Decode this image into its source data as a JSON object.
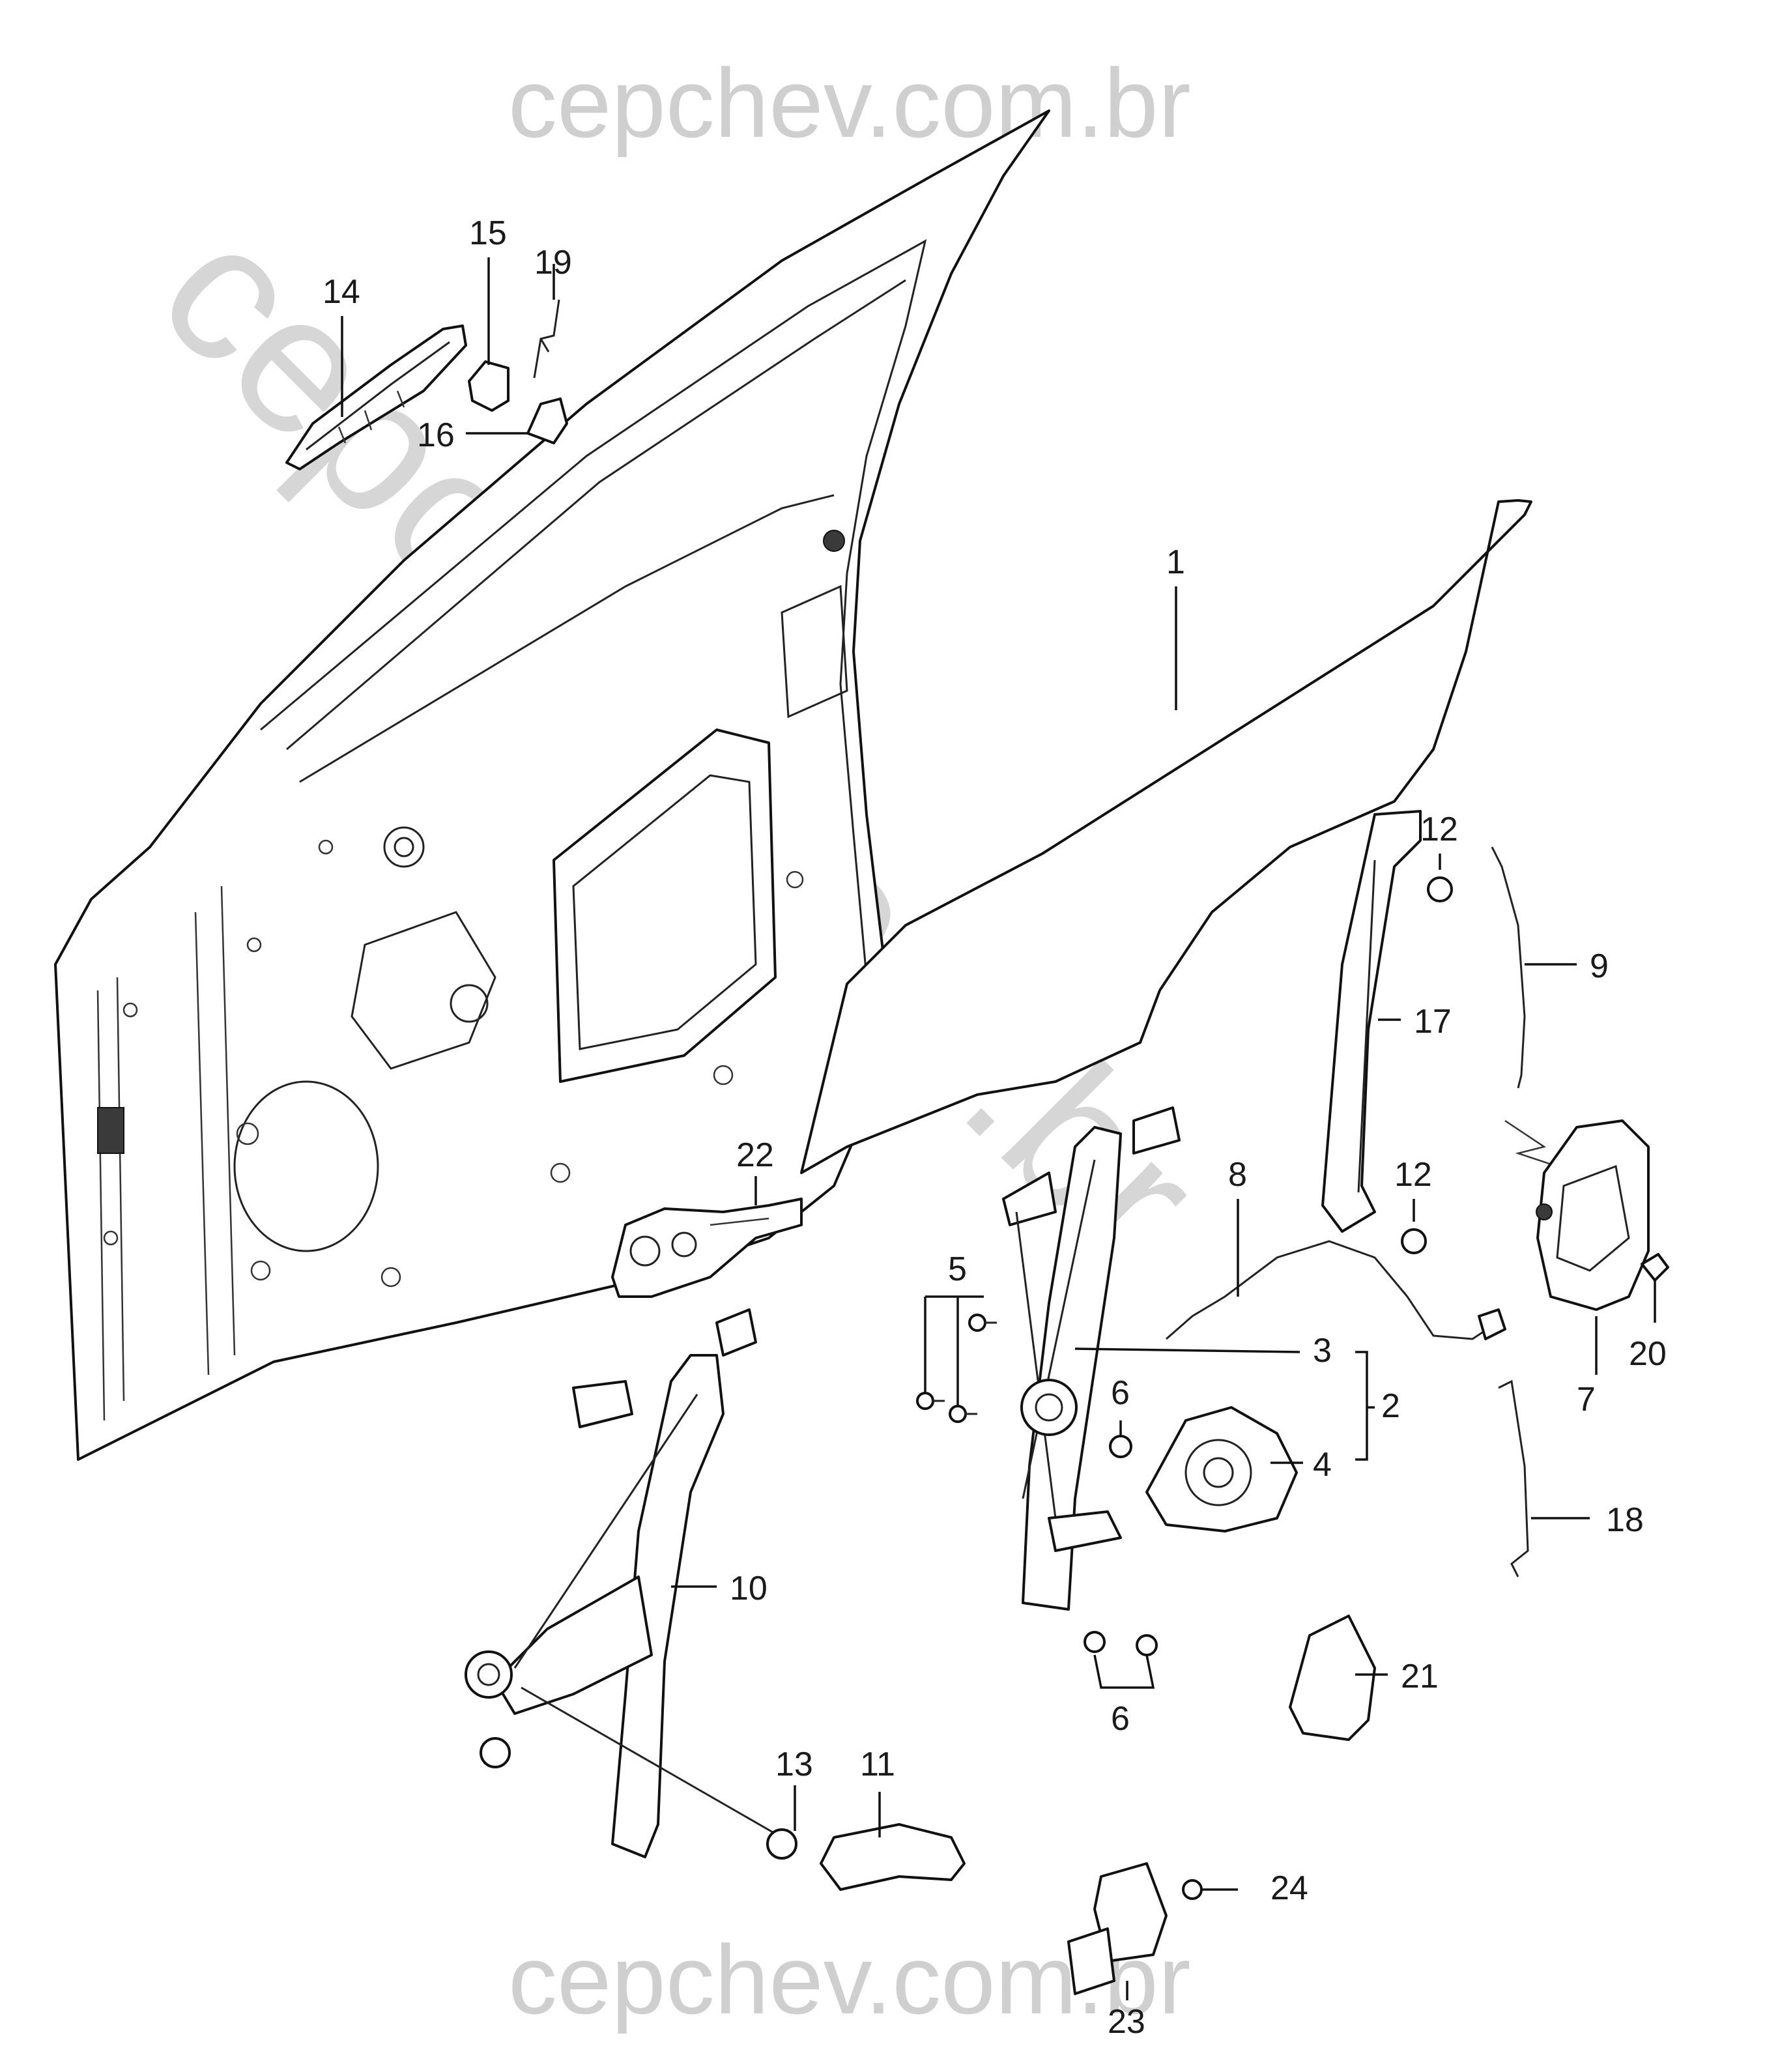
{
  "watermark": {
    "top": "cepchev.com.br",
    "bottom": "cepchev.com.br",
    "diagonal": "cepchev.com.br",
    "color": "#cfcfcf"
  },
  "callouts": {
    "c1": "1",
    "c2": "2",
    "c3": "3",
    "c4": "4",
    "c5": "5",
    "c6a": "6",
    "c6b": "6",
    "c7": "7",
    "c8": "8",
    "c9": "9",
    "c10": "10",
    "c11": "11",
    "c12a": "12",
    "c12b": "12",
    "c13": "13",
    "c14": "14",
    "c15": "15",
    "c16": "16",
    "c17": "17",
    "c18": "18",
    "c19": "19",
    "c20": "20",
    "c21": "21",
    "c22": "22",
    "c23": "23",
    "c24": "24"
  }
}
